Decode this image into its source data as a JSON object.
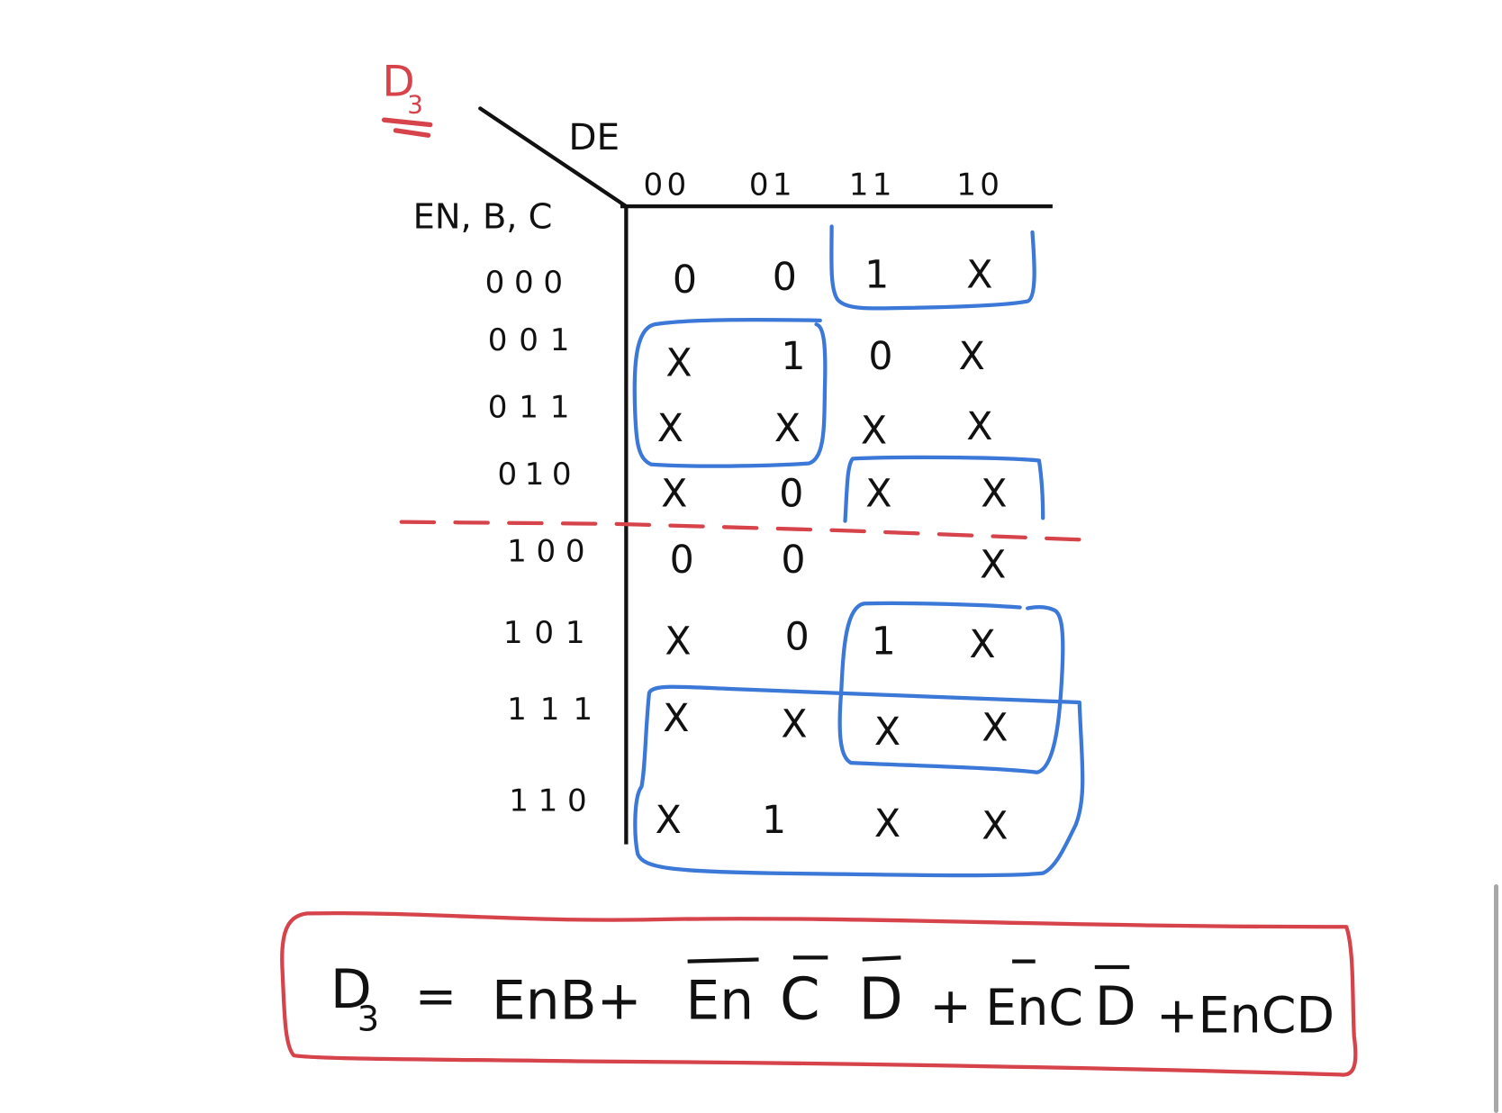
{
  "title": "D3",
  "colors": {
    "ink": "#111111",
    "red": "#d6434a",
    "blue": "#3b78d8",
    "scrollbar": "#a8a8a8"
  },
  "kmap": {
    "row_var_label": "EN, B, C",
    "col_var_label": "DE",
    "col_headers": [
      "00",
      "01",
      "11",
      "10"
    ],
    "row_headers": [
      "000",
      "001",
      "011",
      "010",
      "100",
      "101",
      "111",
      "110"
    ],
    "cells": [
      [
        "0",
        "0",
        "1",
        "X"
      ],
      [
        "X",
        "1",
        "0",
        "X"
      ],
      [
        "X",
        "X",
        "X",
        "X"
      ],
      [
        "X",
        "0",
        "X",
        "X"
      ],
      [
        "0",
        "0",
        "",
        "X"
      ],
      [
        "X",
        "0",
        "1",
        "X"
      ],
      [
        "X",
        "X",
        "X",
        "X"
      ],
      [
        "X",
        "1",
        "X",
        "X"
      ]
    ],
    "divider": "dashed red line between EN=0 and EN=1 halves"
  },
  "equation": {
    "lhs": "D",
    "lhs_sub": "3",
    "equals": "=",
    "terms": [
      {
        "text": "EnB",
        "overbars": []
      },
      {
        "text": "En C D",
        "overbars": [
          "En",
          "C",
          "D"
        ]
      },
      {
        "text": "En C D",
        "overbars": [
          "En",
          "D"
        ]
      },
      {
        "text": "EnCD",
        "overbars": []
      }
    ],
    "display": "D3 = EnB + En' C' D' + En' C D' + EnCD"
  }
}
